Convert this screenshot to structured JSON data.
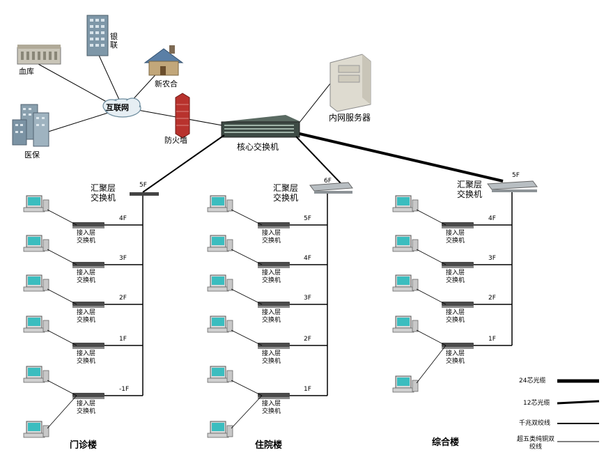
{
  "external": {
    "bloodbank": "血库",
    "bank": "银联",
    "nongcun": "新农合",
    "yibao": "医保",
    "internet": "互联网",
    "firewall": "防火墙"
  },
  "core": {
    "core_switch": "核心交换机",
    "server": "内网服务器"
  },
  "agg_label": "汇聚层\n交换机",
  "access_label": "接入层\n交换机",
  "buildings": [
    {
      "name": "门诊楼",
      "agg_floor": "5F",
      "floors": [
        "4F",
        "3F",
        "2F",
        "1F",
        "-1F"
      ]
    },
    {
      "name": "住院楼",
      "agg_floor": "6F",
      "floors": [
        "5F",
        "4F",
        "3F",
        "2F",
        "1F"
      ]
    },
    {
      "name": "综合楼",
      "agg_floor": "5F",
      "floors": [
        "4F",
        "3F",
        "2F",
        "1F"
      ]
    }
  ],
  "legend": [
    {
      "label": "24芯光缆"
    },
    {
      "label": "12芯光缆"
    },
    {
      "label": "千兆双绞线"
    },
    {
      "label": "超五类纯铜双绞线"
    }
  ]
}
